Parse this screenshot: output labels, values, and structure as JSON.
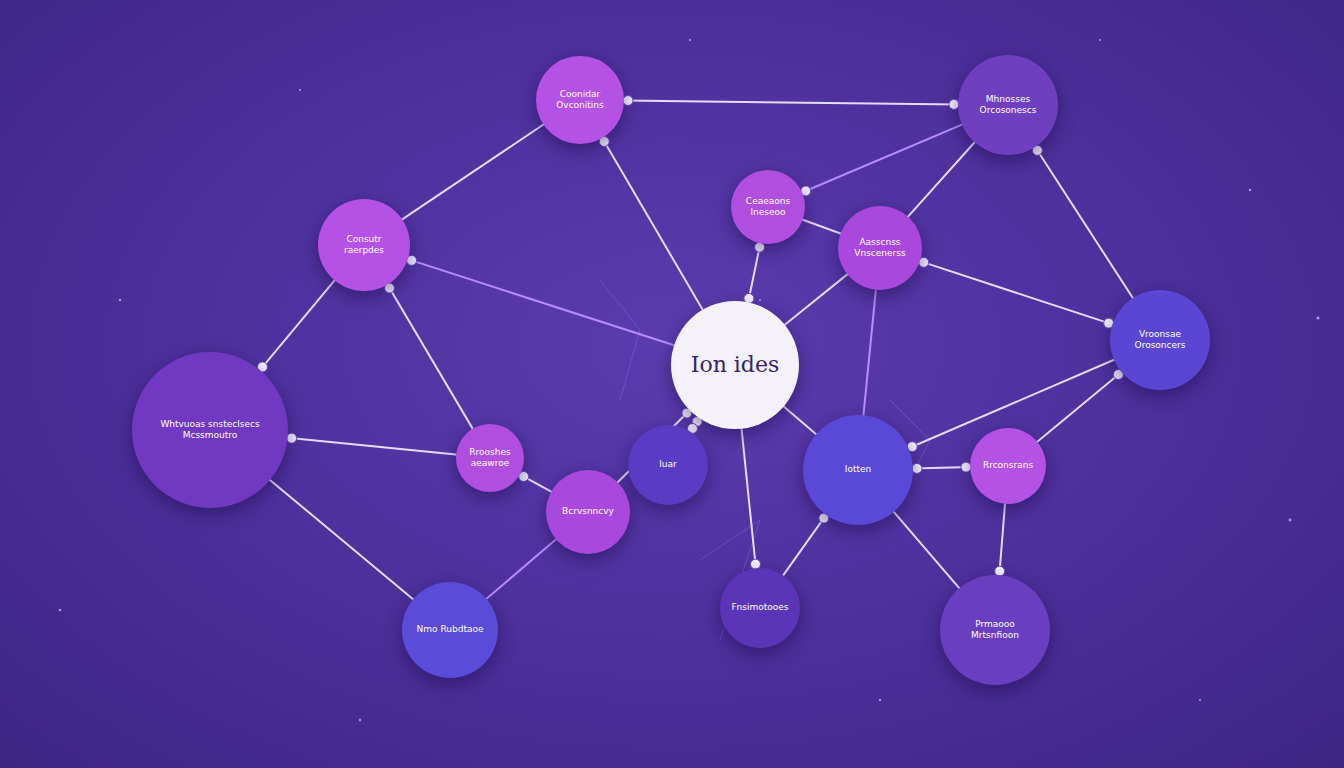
{
  "diagram": {
    "nodes": [
      {
        "text": [
          "Coonidar Ovconitins"
        ]
      },
      {
        "text": [
          "Mhnosses Orcosonescs"
        ]
      },
      {
        "text": [
          "Ceaeaons lneseoo"
        ]
      },
      {
        "text": [
          "Consutr raerpdes"
        ]
      },
      {
        "text": [
          "Aasscnss",
          "Vnscenerss"
        ]
      },
      {
        "text": [
          "Vroonsae Orosoncers"
        ]
      },
      {
        "text": [
          "Whtvuoas snsteclsecs Mcssmoutro"
        ]
      },
      {
        "text": [
          "Ion ides"
        ]
      },
      {
        "text": [
          "Rrooshes aeawroe"
        ]
      },
      {
        "text": [
          "luar"
        ]
      },
      {
        "text": [
          "Iotten"
        ]
      },
      {
        "text": [
          "Rrconsrans"
        ]
      },
      {
        "text": [
          "Bcrvsnncvy"
        ]
      },
      {
        "text": [
          "Nmo Rubdtaoe"
        ]
      },
      {
        "text": [
          "Fnsimotooes"
        ]
      },
      {
        "text": [
          "Prmaooo Mrtsnfioon"
        ]
      }
    ],
    "edges": [
      {
        "from": 0,
        "to": 1,
        "arrow": "none"
      },
      {
        "from": 0,
        "to": 3,
        "arrow": "none"
      },
      {
        "from": 0,
        "to": 7,
        "arrow": "none"
      },
      {
        "from": 1,
        "to": 2,
        "arrow": "none"
      },
      {
        "from": 1,
        "to": 5,
        "arrow": "none"
      },
      {
        "from": 1,
        "to": 4,
        "arrow": "none"
      },
      {
        "from": 2,
        "to": 7,
        "arrow": "none"
      },
      {
        "from": 2,
        "to": 4,
        "arrow": "none"
      },
      {
        "from": 3,
        "to": 7,
        "arrow": "none"
      },
      {
        "from": 3,
        "to": 6,
        "arrow": "none"
      },
      {
        "from": 3,
        "to": 8,
        "arrow": "none"
      },
      {
        "from": 4,
        "to": 7,
        "arrow": "none"
      },
      {
        "from": 4,
        "to": 5,
        "arrow": "none"
      },
      {
        "from": 4,
        "to": 10,
        "arrow": "none"
      },
      {
        "from": 5,
        "to": 11,
        "arrow": "none"
      },
      {
        "from": 5,
        "to": 10,
        "arrow": "none"
      },
      {
        "from": 6,
        "to": 8,
        "arrow": "none"
      },
      {
        "from": 6,
        "to": 13,
        "arrow": "none"
      },
      {
        "from": 7,
        "to": 9,
        "arrow": "none"
      },
      {
        "from": 7,
        "to": 10,
        "arrow": "none"
      },
      {
        "from": 7,
        "to": 12,
        "arrow": "none"
      },
      {
        "from": 7,
        "to": 14,
        "arrow": "none"
      },
      {
        "from": 8,
        "to": 12,
        "arrow": "none"
      },
      {
        "from": 12,
        "to": 13,
        "arrow": "none"
      },
      {
        "from": 10,
        "to": 11,
        "arrow": "none"
      },
      {
        "from": 10,
        "to": 15,
        "arrow": "none"
      },
      {
        "from": 10,
        "to": 14,
        "arrow": "none"
      },
      {
        "from": 11,
        "to": 15,
        "arrow": "none"
      }
    ]
  }
}
